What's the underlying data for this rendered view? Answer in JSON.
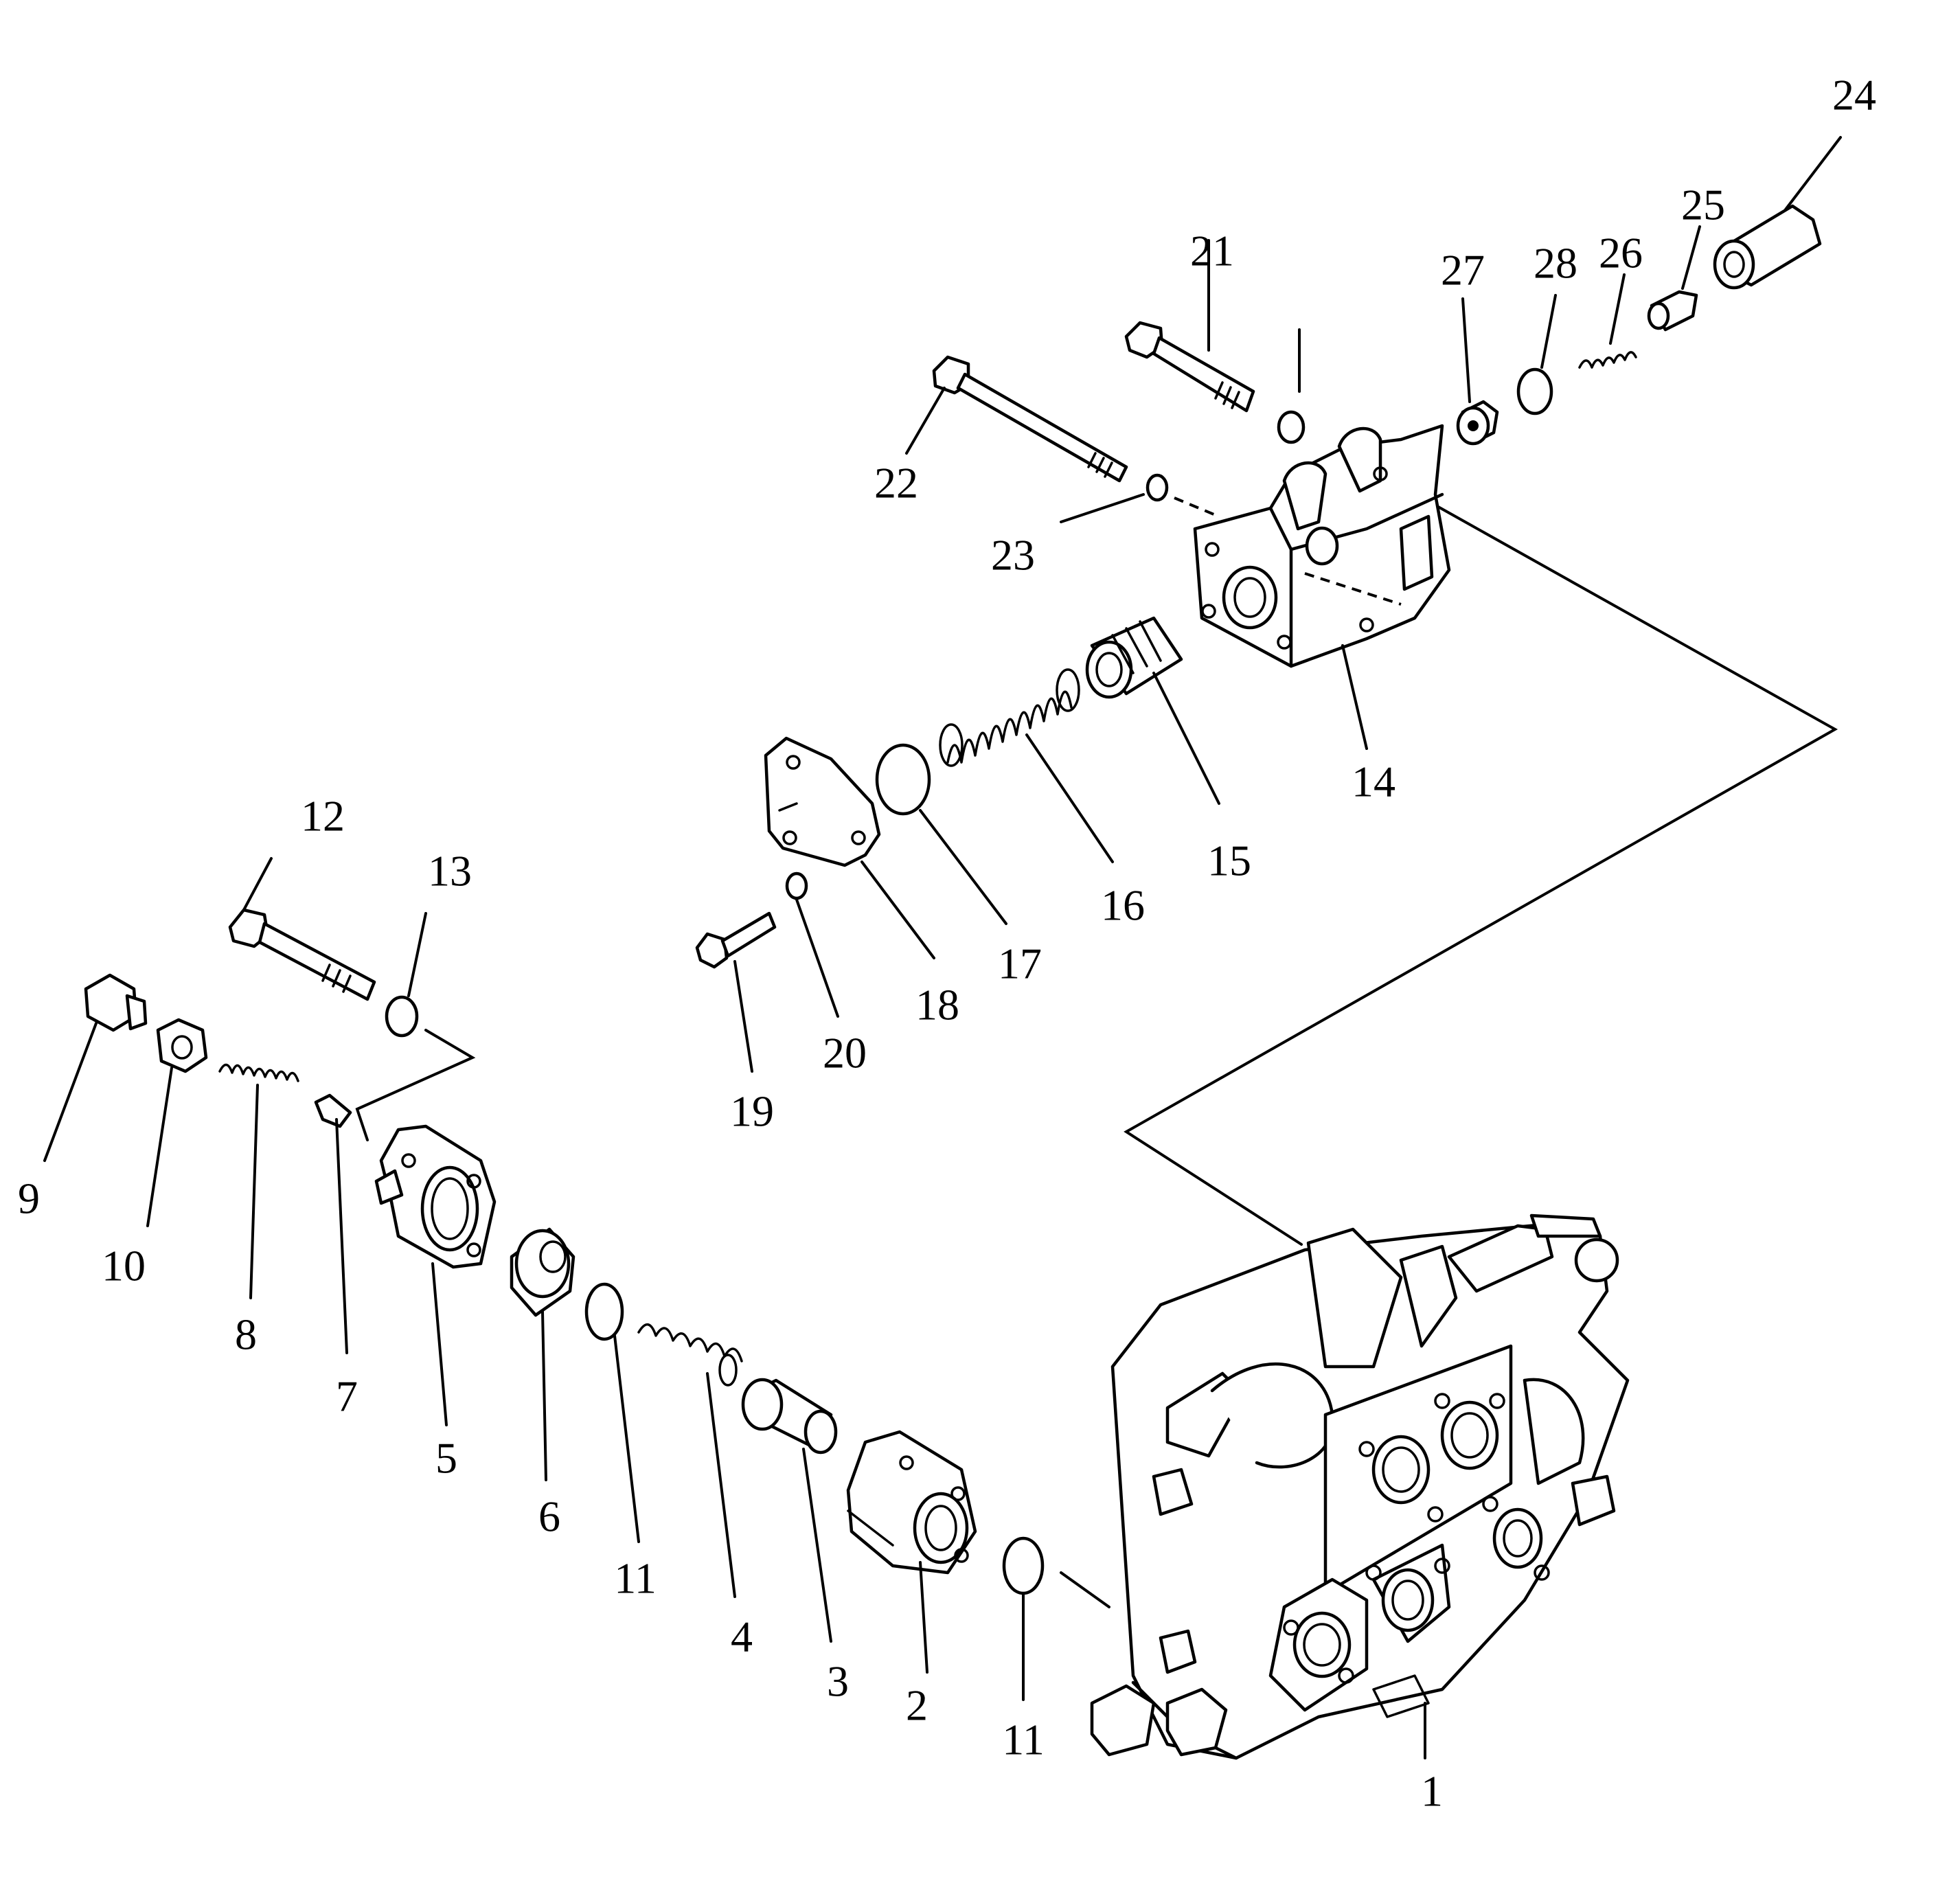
{
  "diagram": {
    "callouts": [
      {
        "key": "c1",
        "label": "1"
      },
      {
        "key": "c2",
        "label": "2"
      },
      {
        "key": "c3",
        "label": "3"
      },
      {
        "key": "c4",
        "label": "4"
      },
      {
        "key": "c5",
        "label": "5"
      },
      {
        "key": "c6",
        "label": "6"
      },
      {
        "key": "c7",
        "label": "7"
      },
      {
        "key": "c8",
        "label": "8"
      },
      {
        "key": "c9",
        "label": "9"
      },
      {
        "key": "c10",
        "label": "10"
      },
      {
        "key": "c11a",
        "label": "11"
      },
      {
        "key": "c11b",
        "label": "11"
      },
      {
        "key": "c12",
        "label": "12"
      },
      {
        "key": "c13",
        "label": "13"
      },
      {
        "key": "c14",
        "label": "14"
      },
      {
        "key": "c15",
        "label": "15"
      },
      {
        "key": "c16",
        "label": "16"
      },
      {
        "key": "c17",
        "label": "17"
      },
      {
        "key": "c18",
        "label": "18"
      },
      {
        "key": "c19",
        "label": "19"
      },
      {
        "key": "c20",
        "label": "20"
      },
      {
        "key": "c21",
        "label": "21"
      },
      {
        "key": "c22",
        "label": "22"
      },
      {
        "key": "c23",
        "label": "23"
      },
      {
        "key": "c24",
        "label": "24"
      },
      {
        "key": "c25",
        "label": "25"
      },
      {
        "key": "c26",
        "label": "26"
      },
      {
        "key": "c27",
        "label": "27"
      },
      {
        "key": "c28",
        "label": "28"
      }
    ]
  }
}
